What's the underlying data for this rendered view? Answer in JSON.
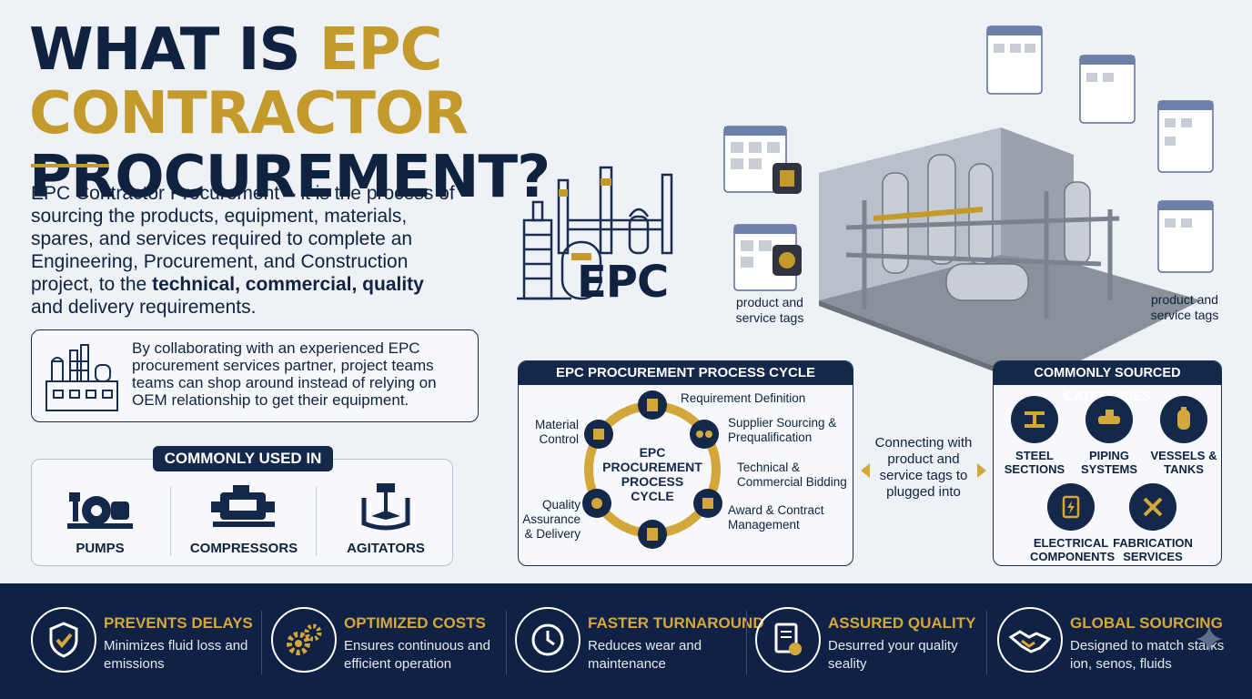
{
  "title": {
    "part1": "WHAT IS ",
    "part2": "EPC CONTRACTOR",
    "part3": "PROCUREMENT?"
  },
  "intro": {
    "lead": "EPC Contractor Procurement – it is the process of sourcing the products, equipment, materials, spares, and services required to complete an Engineering, Procurement, and Construction project, to the ",
    "bold": "technical, commercial, quality",
    "tail": " and delivery requirements."
  },
  "collab": {
    "text": "By collaborating with an experienced EPC procurement services partner, project teams teams can shop around instead of relying on OEM relationship to get their equipment."
  },
  "commonly_used": {
    "heading": "COMMONLY USED IN",
    "items": [
      {
        "label": "PUMPS",
        "icon": "pump-icon"
      },
      {
        "label": "COMPRESSORS",
        "icon": "compressor-icon"
      },
      {
        "label": "AGITATORS",
        "icon": "agitator-icon"
      }
    ]
  },
  "epc_logo": {
    "text": "EPC"
  },
  "tags": {
    "left": "product and\nservice tags",
    "right": "product and\nservice tags"
  },
  "cycle": {
    "heading": "EPC PROCUREMENT PROCESS CYCLE",
    "center": "EPC PROCUREMENT PROCESS CYCLE",
    "steps": [
      {
        "label": "Requirement Definition",
        "icon": "clipboard-icon"
      },
      {
        "label": "Supplier Sourcing & Prequalification",
        "icon": "people-icon"
      },
      {
        "label": "Technical & Commercial Bidding",
        "icon": ""
      },
      {
        "label": "Award & Contract Management",
        "icon": "contract-icon"
      },
      {
        "label": "",
        "icon": "document-icon"
      },
      {
        "label": "Quality Assurance & Delivery",
        "icon": "quality-icon"
      },
      {
        "label": "Material Control",
        "icon": "box-icon"
      }
    ]
  },
  "connect": {
    "text": "Connecting with product and service tags to plugged into"
  },
  "categories": {
    "heading": "COMMONLY SOURCED CATEGORIES",
    "items": [
      {
        "label": "STEEL SECTIONS",
        "icon": "steel-beam-icon"
      },
      {
        "label": "PIPING SYSTEMS",
        "icon": "pipe-icon"
      },
      {
        "label": "VESSELS & TANKS",
        "icon": "tank-icon"
      },
      {
        "label": "ELECTRICAL COMPONENTS",
        "icon": "electrical-icon"
      },
      {
        "label": "FABRICATION SERVICES",
        "icon": "tools-icon"
      }
    ]
  },
  "benefits": [
    {
      "title": "PREVENTS DELAYS",
      "desc": "Minimizes fluid loss and emissions",
      "icon": "shield-check-icon"
    },
    {
      "title": "OPTIMIZED COSTS",
      "desc": "Ensures continuous and efficient operation",
      "icon": "gears-icon"
    },
    {
      "title": "FASTER TURNAROUND",
      "desc": "Reduces wear and maintenance",
      "icon": "clock-icon"
    },
    {
      "title": "ASSURED QUALITY",
      "desc": "Desurred your quality seality",
      "icon": "certificate-icon"
    },
    {
      "title": "GLOBAL SOURCING",
      "desc": "Designed to match starks ion, senos, fluids",
      "icon": "handshake-icon"
    }
  ],
  "colors": {
    "navy": "#0f2245",
    "gold": "#c49a2c",
    "background": "#eef1f5"
  }
}
